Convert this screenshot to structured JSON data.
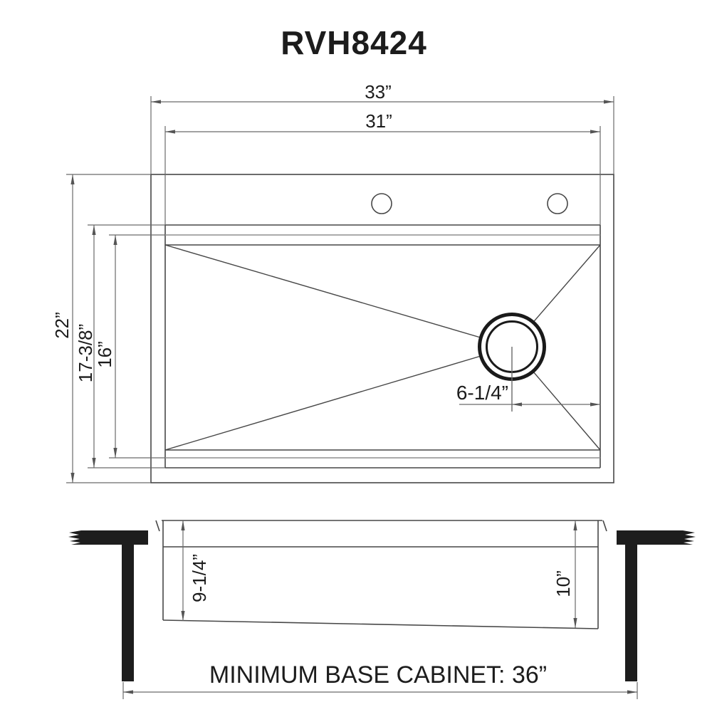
{
  "title": "RVH8424",
  "top_view": {
    "overall_width": "33”",
    "cutout_width": "31”",
    "overall_depth": "22”",
    "basin_depth_outer": "17-3/8”",
    "basin_depth_inner": "16”",
    "drain_offset_from_right": "6-1/4”",
    "faucet_hole_count": 2
  },
  "side_view": {
    "bowl_depth_left": "9-1/4”",
    "bowl_depth_right": "10”"
  },
  "footer": {
    "cabinet_note": "MINIMUM BASE CABINET: 36”"
  },
  "colors": {
    "line": "#474747",
    "dim_line": "#6a6a6a",
    "light_line": "#8f8f8f",
    "arrow": "#555555",
    "text": "#1c1c1c",
    "solid": "#1d1d1d",
    "drain": "#1a1a1a"
  }
}
